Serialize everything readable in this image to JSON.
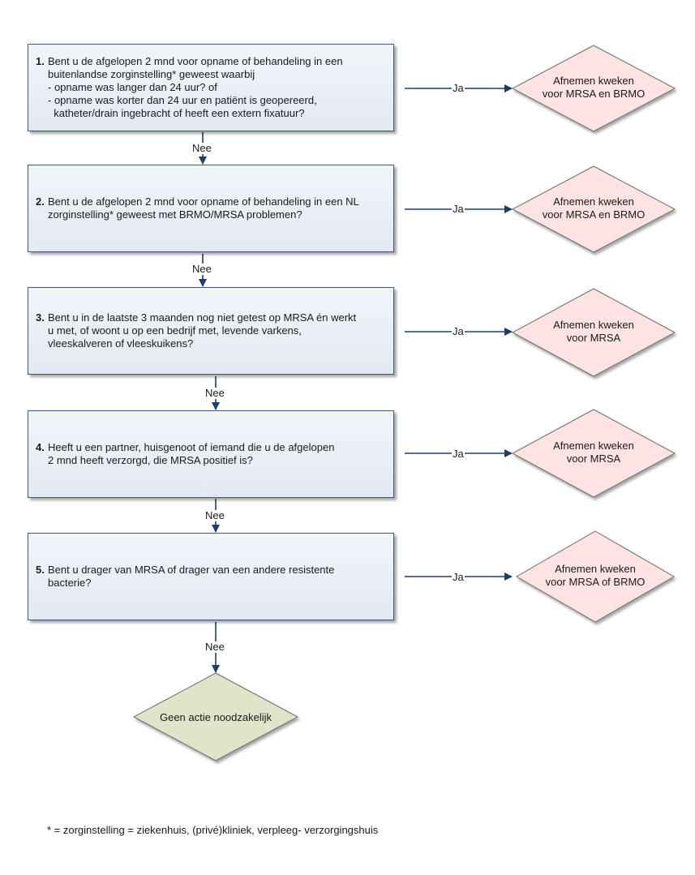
{
  "questions": [
    {
      "number": "1.",
      "lines": [
        "Bent u de afgelopen 2 mnd voor opname of behandeling in een",
        "buitenlandse zorginstelling* geweest waarbij",
        "- opname was langer dan 24 uur? of",
        "- opname was korter dan 24 uur en patiënt is geopereerd,",
        "  katheter/drain ingebracht of heeft een extern fixatuur?"
      ]
    },
    {
      "number": "2.",
      "lines": [
        "Bent u de afgelopen 2 mnd voor opname of behandeling in een NL",
        "zorginstelling* geweest met BRMO/MRSA problemen?"
      ]
    },
    {
      "number": "3.",
      "lines": [
        "Bent u in de laatste 3 maanden nog niet getest op MRSA én werkt",
        "u met, of woont u op een bedrijf met, levende varkens,",
        "vleeskalveren of vleeskuikens?"
      ]
    },
    {
      "number": "4.",
      "lines": [
        "Heeft u een partner, huisgenoot of iemand die u de afgelopen",
        "2 mnd heeft verzorgd, die MRSA positief is?"
      ]
    },
    {
      "number": "5.",
      "lines": [
        "Bent u drager van MRSA of drager van een andere resistente",
        "bacterie?"
      ]
    }
  ],
  "outcomes": [
    {
      "lines": [
        "Afnemen kweken",
        "voor MRSA en BRMO"
      ]
    },
    {
      "lines": [
        "Afnemen kweken",
        "voor MRSA en BRMO"
      ]
    },
    {
      "lines": [
        "Afnemen kweken",
        "voor MRSA"
      ]
    },
    {
      "lines": [
        "Afnemen kweken",
        "voor MRSA"
      ]
    },
    {
      "lines": [
        "Afnemen kweken",
        "voor MRSA of BRMO"
      ]
    }
  ],
  "yes_label": "Ja",
  "no_label": "Nee",
  "final": {
    "label": "Geen actie noodzakelijk"
  },
  "footnote": "* = zorginstelling = ziekenhuis, (privé)kliniek, verpleeg- verzorgingshuis",
  "colors": {
    "question_fill": "#e6ecf4",
    "question_border": "#3c5a80",
    "outcome_fill": "#fde3e1",
    "outcome_border": "#6e6e6e",
    "final_fill": "#dfe5c9",
    "final_border": "#6e6e6e",
    "arrow": "#1f3d66"
  }
}
